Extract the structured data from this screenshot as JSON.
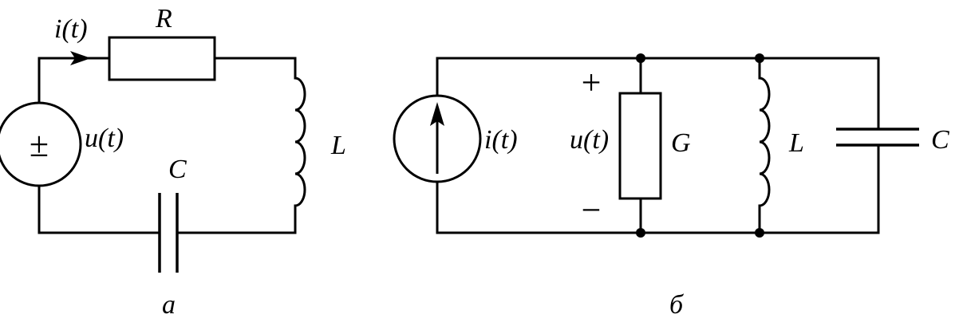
{
  "circuit_a": {
    "caption": "а",
    "current_label": "i(t)",
    "resistor_label": "R",
    "inductor_label": "L",
    "capacitor_label": "C",
    "voltage_label": "u(t)",
    "source_symbol": "±"
  },
  "circuit_b": {
    "caption": "б",
    "current_label": "i(t)",
    "voltage_label": "u(t)",
    "plus_sign": "+",
    "minus_sign": "−",
    "conductance_label": "G",
    "inductor_label": "L",
    "capacitor_label": "C"
  }
}
